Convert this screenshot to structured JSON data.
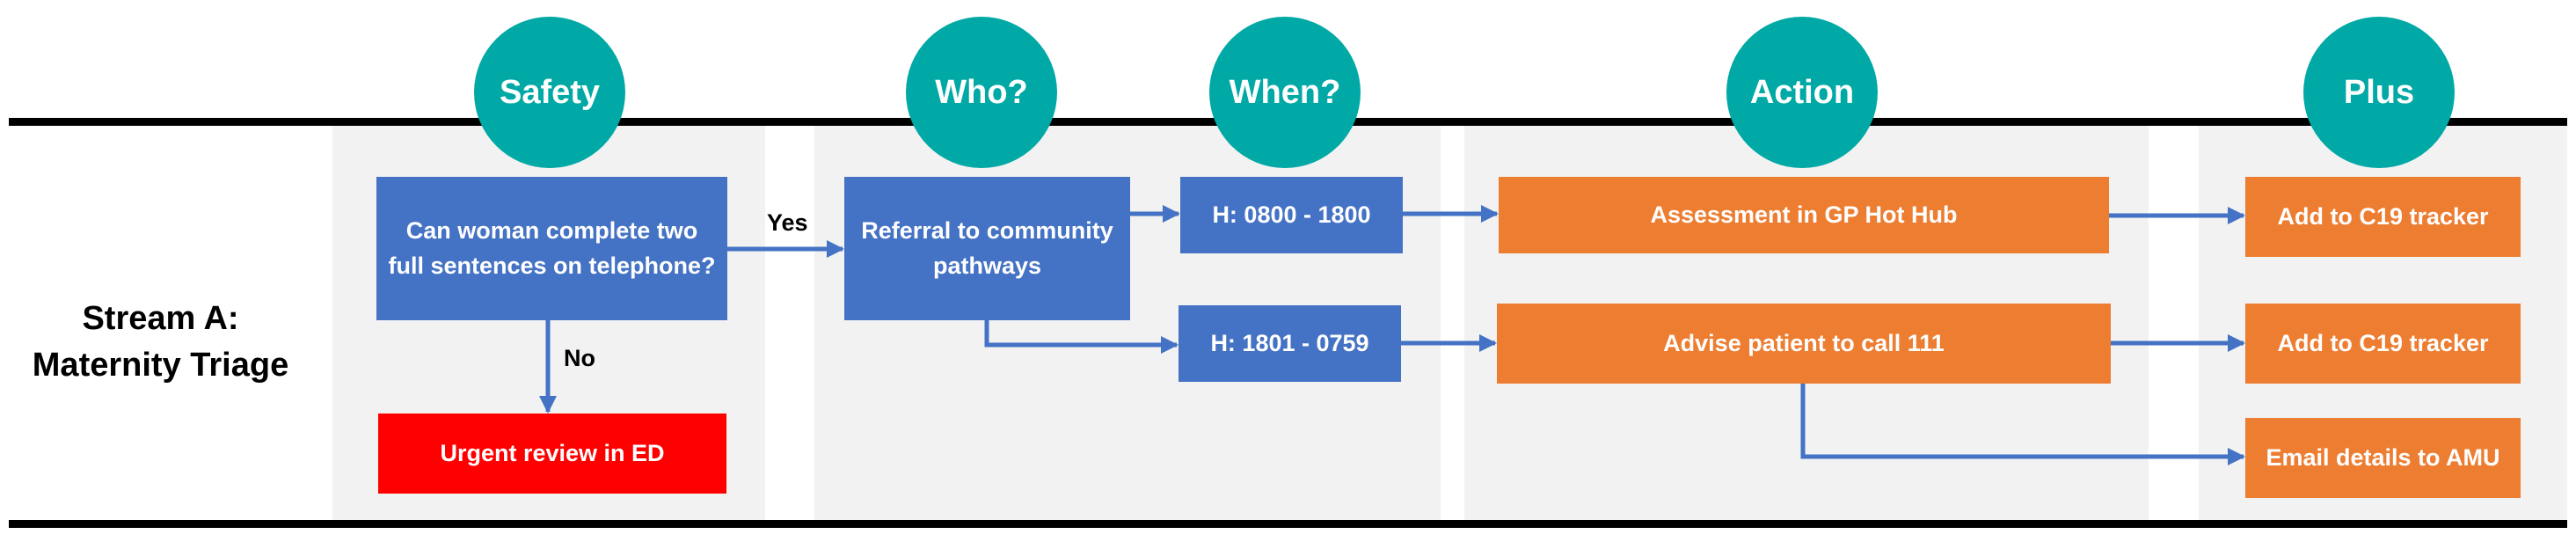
{
  "headers": {
    "safety": "Safety",
    "who": "Who?",
    "when": "When?",
    "action": "Action",
    "plus": "Plus"
  },
  "stream_title": {
    "line1": "Stream A:",
    "line2": "Maternity Triage"
  },
  "nodes": {
    "question": "Can woman complete two full sentences on telephone?",
    "urgent": "Urgent review in ED",
    "referral": "Referral to community pathways",
    "hours_day": "H:  0800 - 1800",
    "hours_night": "H: 1801 - 0759",
    "assessment": "Assessment in GP Hot Hub",
    "advise": "Advise patient to call 111",
    "tracker_1": "Add to C19 tracker",
    "tracker_2": "Add to C19 tracker",
    "email": "Email details to AMU"
  },
  "edge_labels": {
    "yes": "Yes",
    "no": "No"
  },
  "colors": {
    "teal": "#00a9a5",
    "blue": "#4472c4",
    "orange": "#ed7d31",
    "red": "#ff0000",
    "band": "#f2f2f2"
  }
}
